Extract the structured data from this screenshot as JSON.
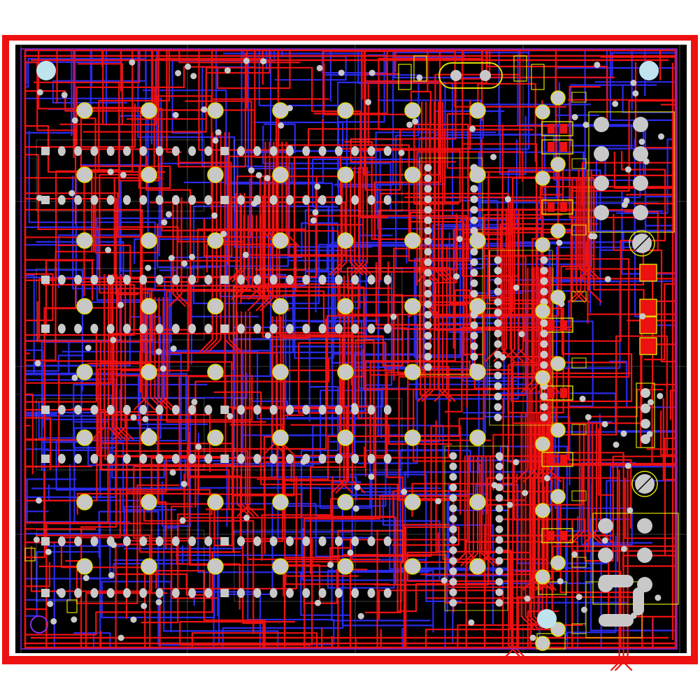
{
  "colors": {
    "outer_border": "#ee1111",
    "inner_frame": "#ffffff",
    "board_bg": "#000000",
    "top_layer_trace": "#ee1111",
    "bottom_layer_trace": "#2a2aee",
    "pad": "#c8c8c8",
    "silkscreen": "#e0e000",
    "mounting_hole": "#bfe4ee",
    "board_outline": "#8a2be2",
    "grid": "#777777"
  },
  "board": {
    "layers": [
      "top-copper",
      "bottom-copper",
      "silkscreen"
    ],
    "ic_rows": 8,
    "pins_per_row": 22,
    "vertical_dip_columns": 3,
    "via_columns": 7,
    "via_rows": 8,
    "mounting_holes": 3
  }
}
